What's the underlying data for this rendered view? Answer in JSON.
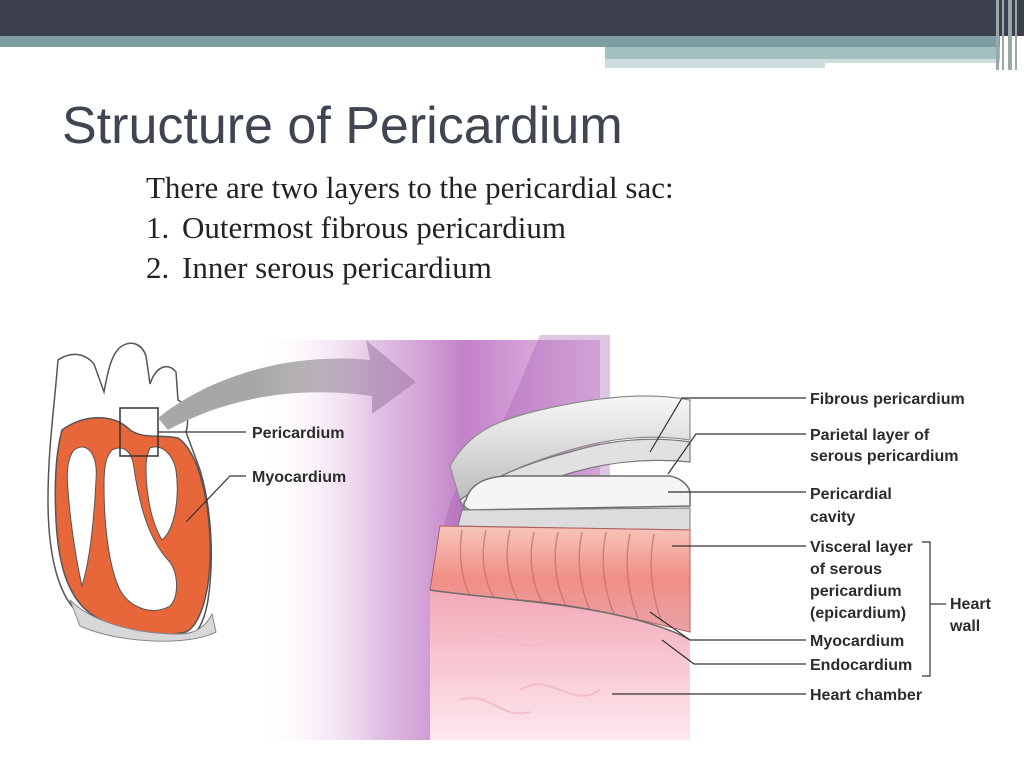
{
  "slide": {
    "title": "Structure of Pericardium",
    "intro": "There are two layers to the pericardial sac:",
    "list": [
      {
        "num": "1.",
        "text": "Outermost fibrous pericardium"
      },
      {
        "num": "2.",
        "text": "Inner serous pericardium"
      }
    ]
  },
  "diagram": {
    "left_labels": {
      "pericardium": "Pericardium",
      "myocardium": "Myocardium"
    },
    "right_labels": {
      "fibrous": "Fibrous pericardium",
      "parietal_1": "Parietal layer of",
      "parietal_2": "serous pericardium",
      "cavity_1": "Pericardial",
      "cavity_2": "cavity",
      "visceral_1": "Visceral layer",
      "visceral_2": "of serous",
      "visceral_3": "pericardium",
      "visceral_4": "(epicardium)",
      "myocardium": "Myocardium",
      "endocardium": "Endocardium",
      "chamber": "Heart chamber",
      "wall_1": "Heart",
      "wall_2": "wall"
    }
  },
  "colors": {
    "theme_dark": "#3c3f4e",
    "theme_teal": "#7c9ea0",
    "muscle_orange": "#e8673a",
    "tissue_pink": "#f2b3b0",
    "membrane_purple": "#b86bbf"
  }
}
